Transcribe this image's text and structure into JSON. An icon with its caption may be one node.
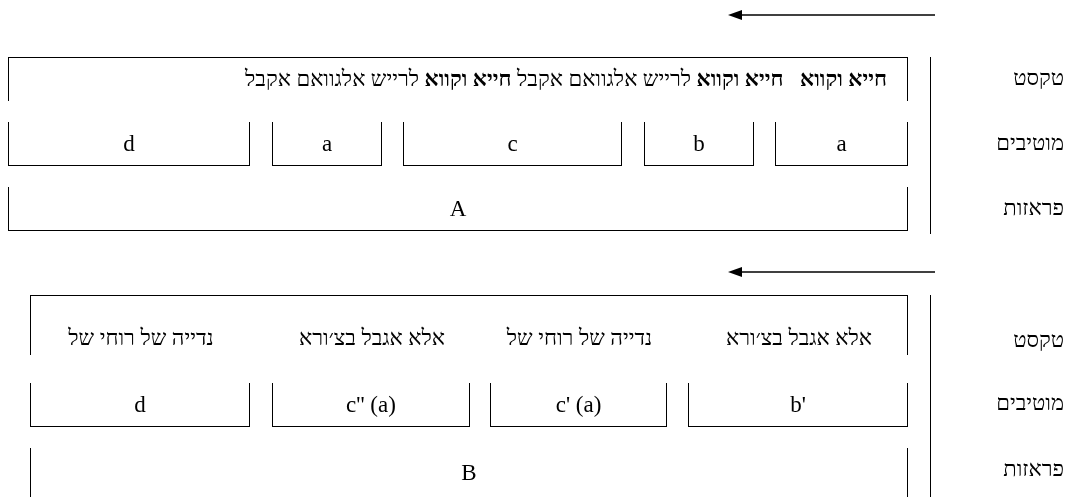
{
  "diagram": {
    "nodes": [
      {
        "text": [
          "**חייא וקווא**   **חייא וקווא** לרייש אלגוואם אקבל **חייא וקווא** לרייש אלגוואם אקבל"
        ]
      },
      {
        "text": [
          "a"
        ]
      },
      {
        "text": [
          "b"
        ]
      },
      {
        "text": [
          "c"
        ]
      },
      {
        "text": [
          "a"
        ]
      },
      {
        "text": [
          "d"
        ]
      },
      {
        "text": [
          "A"
        ]
      },
      {
        "text": [
          "אלא אגבל בצ׳ורא",
          "נדייה של רוחי של",
          "אלא אגבל בצ׳ורא",
          "נדייה של רוחי של"
        ]
      },
      {
        "text": [
          "b'"
        ]
      },
      {
        "text": [
          "c' (a)"
        ]
      },
      {
        "text": [
          "c'' (a)"
        ]
      },
      {
        "text": [
          "d"
        ]
      },
      {
        "text": [
          "B"
        ]
      }
    ],
    "labels": [
      "טקסט",
      "מוטיבים",
      "פראזות",
      "טקסט",
      "מוטיבים",
      "פראזות"
    ]
  }
}
